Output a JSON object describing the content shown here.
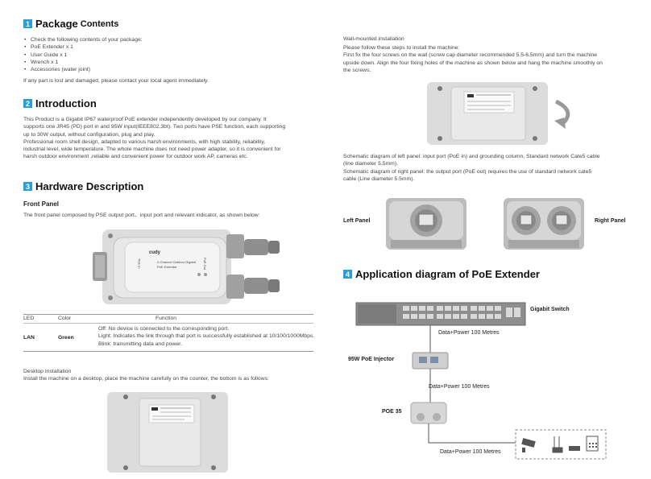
{
  "left": {
    "s1": {
      "num": "1",
      "title": "Package",
      "subtitle": "Contents",
      "bullets": [
        "Check the following contents of your package:",
        "PoE Extender x 1",
        "User Guide x 1",
        "Wrench x 1",
        "Accessories (water joint)"
      ],
      "note": "If any part is lost and damaged, please contact your local agent immediately."
    },
    "s2": {
      "num": "2",
      "title": "Introduction",
      "lines": [
        "This Product is a Gigabit IP67 waterproof PoE extender independently developed by our company. It",
        "supports one JR45 (PD) port in and 95W input(IEEE802.3bt). Two ports have PSE function, each supporting",
        "up to 30W output, without configuration, plug and play.",
        "Professional room shell design, adapted to various harsh environments, with high stability, reliability,",
        "industrial level, wide temperature. The whole machine does not need power adapter, so it is convenient for",
        "harsh outdoor environment ,reliable and convenient power for outdoor work AP, cameras etc."
      ]
    },
    "s3": {
      "num": "3",
      "title": "Hardware Description",
      "front_panel": "Front Panel",
      "front_desc": "The front panel composed by PSE output port、input port and relevant indicator, as shown below:",
      "device": {
        "brand": "cudy",
        "name1": "2-Channel Outdoor Gigabit",
        "name2": "PoE Extender",
        "left_port": "PoE In",
        "right_port": "PoE Out"
      },
      "table": {
        "headers": [
          "LED",
          "Color",
          "Function"
        ],
        "led": "LAN",
        "color": "Green",
        "functions": [
          "Off: No device is connected to the corresponding port.",
          "Light: Indicates the link through that port is successfully established at 10/100/1000Mbps.",
          "Blink: transmitting data and power."
        ]
      },
      "desktop_title": "Desktop Installation",
      "desktop_desc": "Install the machine on a desktop, place the machine carefully on the counter, the bottom is as follows:"
    }
  },
  "right": {
    "wall_title": "Wall-mounted installation",
    "wall_lines": [
      "Please follow these steps to install the machine:",
      "First fix the four screws on the wall (screw cap diameter recommended 5.5-6.5mm) and turn the machine",
      "upside down. Align the four fixing holes of the machine as shown below and hang the machine smoothly on",
      "the screws."
    ],
    "schem_lines": [
      "Schematic diagram of left panel: input port (PoE In) and grounding column, Standard network Cate5 cable",
      "(line diameter 5.5mm).",
      "Schematic diagram of right panel: the output port (PoE out) requires the use of standard network cate5",
      "cable (Line diameter 5.5mm)."
    ],
    "left_panel": "Left Panel",
    "right_panel": "Right Panel",
    "s4": {
      "num": "4",
      "title": "Application diagram of PoE Extender"
    },
    "diagram": {
      "switch": "Gigabit Switch",
      "link1": "Data+Power 100 Metres",
      "injector": "95W PoE Injector",
      "link2": "Data+Power 100 Metres",
      "poe": "POE 35",
      "link3": "Data+Power 100 Metres"
    }
  },
  "colors": {
    "accent": "#2a9fd6",
    "device_body": "#e4e4e4",
    "device_dark": "#9a9a9a"
  }
}
